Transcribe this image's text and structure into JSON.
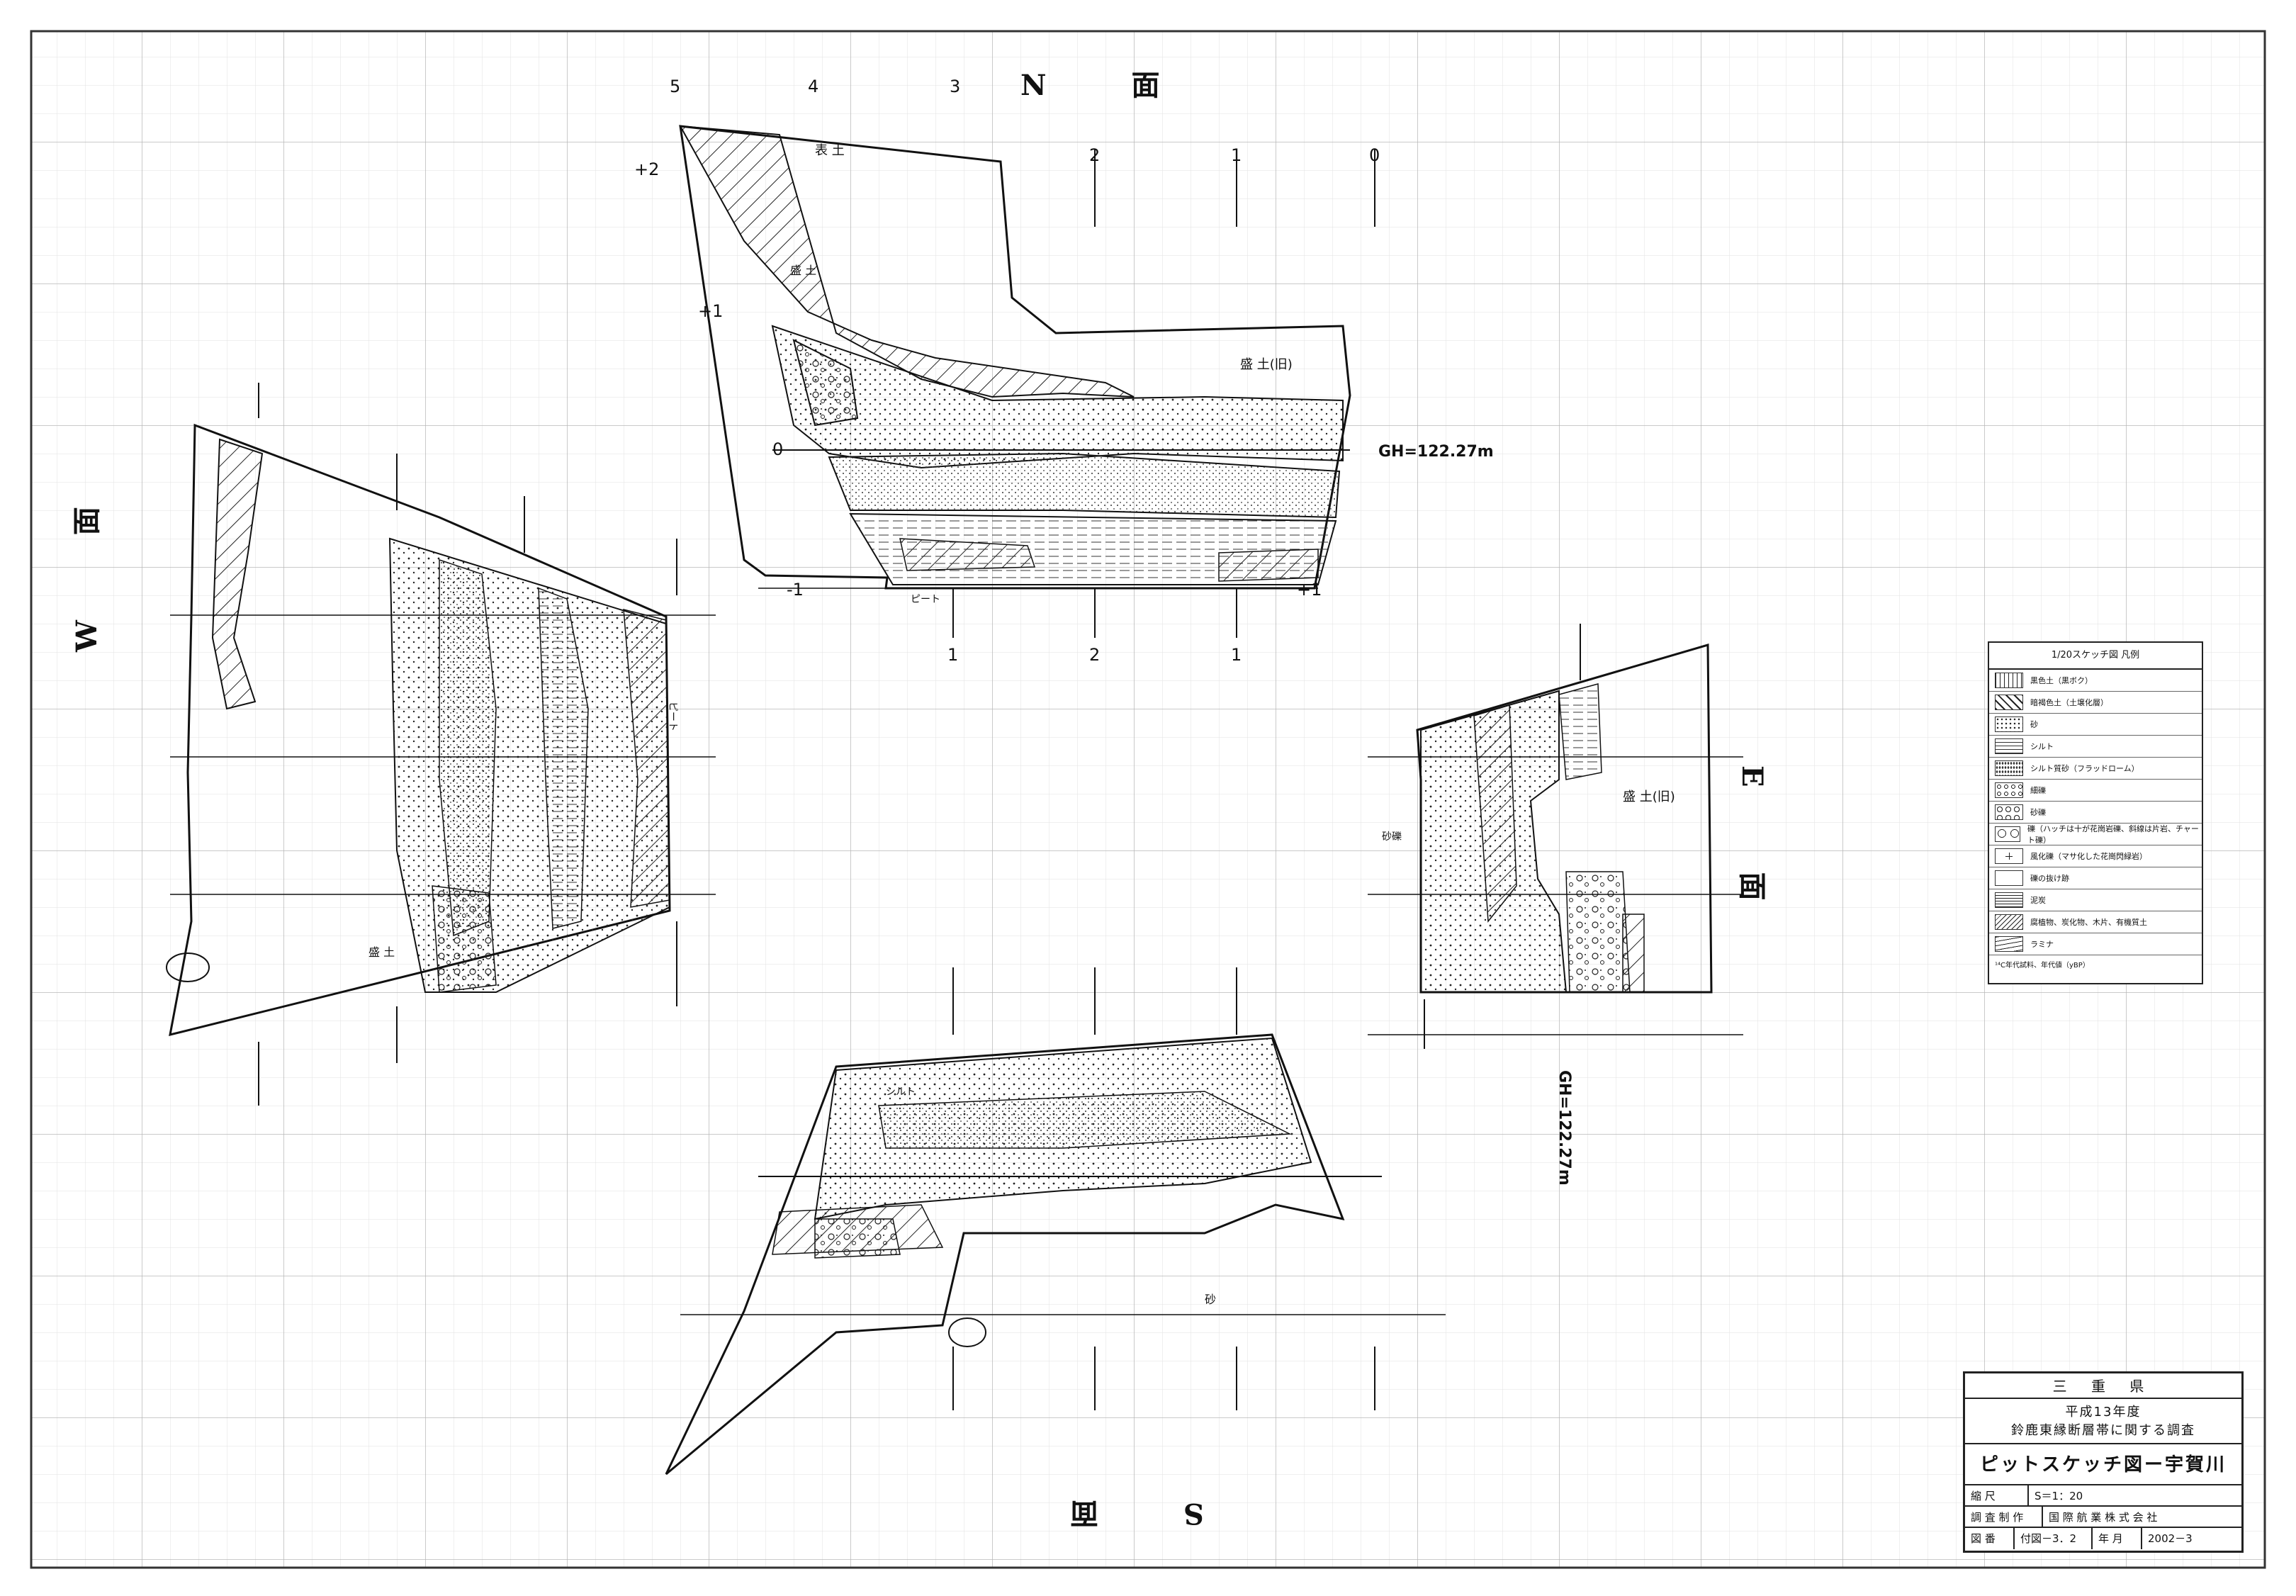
{
  "faces": {
    "north": {
      "title": "N　面",
      "gh": "GH=122.27m"
    },
    "west": {
      "title": "W　面"
    },
    "east": {
      "title": "E　面",
      "gh": "GH=122.27m"
    },
    "south": {
      "title": "S　面"
    }
  },
  "scale_marks": {
    "top": [
      "5",
      "4",
      "3",
      "2",
      "1",
      "0"
    ],
    "bottom_n": [
      "1",
      "2",
      "1"
    ],
    "levels": [
      "+2",
      "+1",
      "0",
      "-1",
      "+1"
    ]
  },
  "annotations": {
    "topsoil": "表 土",
    "fill": "盛 土",
    "fill_old": "盛 土(旧)",
    "peat": "ピート",
    "sand": "砂",
    "gravel": "砂礫",
    "silt": "シルト"
  },
  "legend": {
    "title": "1/20スケッチ図 凡例",
    "items": [
      {
        "label": "黒色土（黒ボク）",
        "pattern": "vlines"
      },
      {
        "label": "暗褐色土（土壌化層）",
        "pattern": "diag"
      },
      {
        "label": "砂",
        "pattern": "dots"
      },
      {
        "label": "シルト",
        "pattern": "hlines"
      },
      {
        "label": "シルト質砂（フラッドローム）",
        "pattern": "hdots"
      },
      {
        "label": "細礫",
        "pattern": "smallcircles"
      },
      {
        "label": "砂礫",
        "pattern": "circles"
      },
      {
        "label": "礫（ハッチは十が花崗岩礫、斜線は片岩、チャート礫）",
        "pattern": "bigcircles"
      },
      {
        "label": "風化礫（マサ化した花崗閃緑岩）",
        "pattern": "cross"
      },
      {
        "label": "礫の抜け跡",
        "pattern": "blank"
      },
      {
        "label": "泥炭",
        "pattern": "peat"
      },
      {
        "label": "腐植物、炭化物、木片、有機質土",
        "pattern": "organic"
      },
      {
        "label": "ラミナ",
        "pattern": "lamina"
      }
    ],
    "note": "¹⁴C年代試料、年代値（yBP）"
  },
  "title_block": {
    "prefecture": "三 重 県",
    "project_line1": "平成13年度",
    "project_line2": "鈴鹿東縁断層帯に関する調査",
    "drawing_name": "ピットスケッチ図ー宇賀川",
    "scale_label": "縮 尺",
    "scale_value": "S＝1：20",
    "producer_label": "調 査 制 作",
    "producer_value": "国 際 航 業 株 式 会 社",
    "figno_label": "図 番",
    "figno_value": "付図－3．2",
    "date_label": "年 月",
    "date_value": "2002－3"
  },
  "colors": {
    "ink": "#111111",
    "grid_major": "#b8b8b8",
    "grid_minor": "#e2e2e2"
  }
}
